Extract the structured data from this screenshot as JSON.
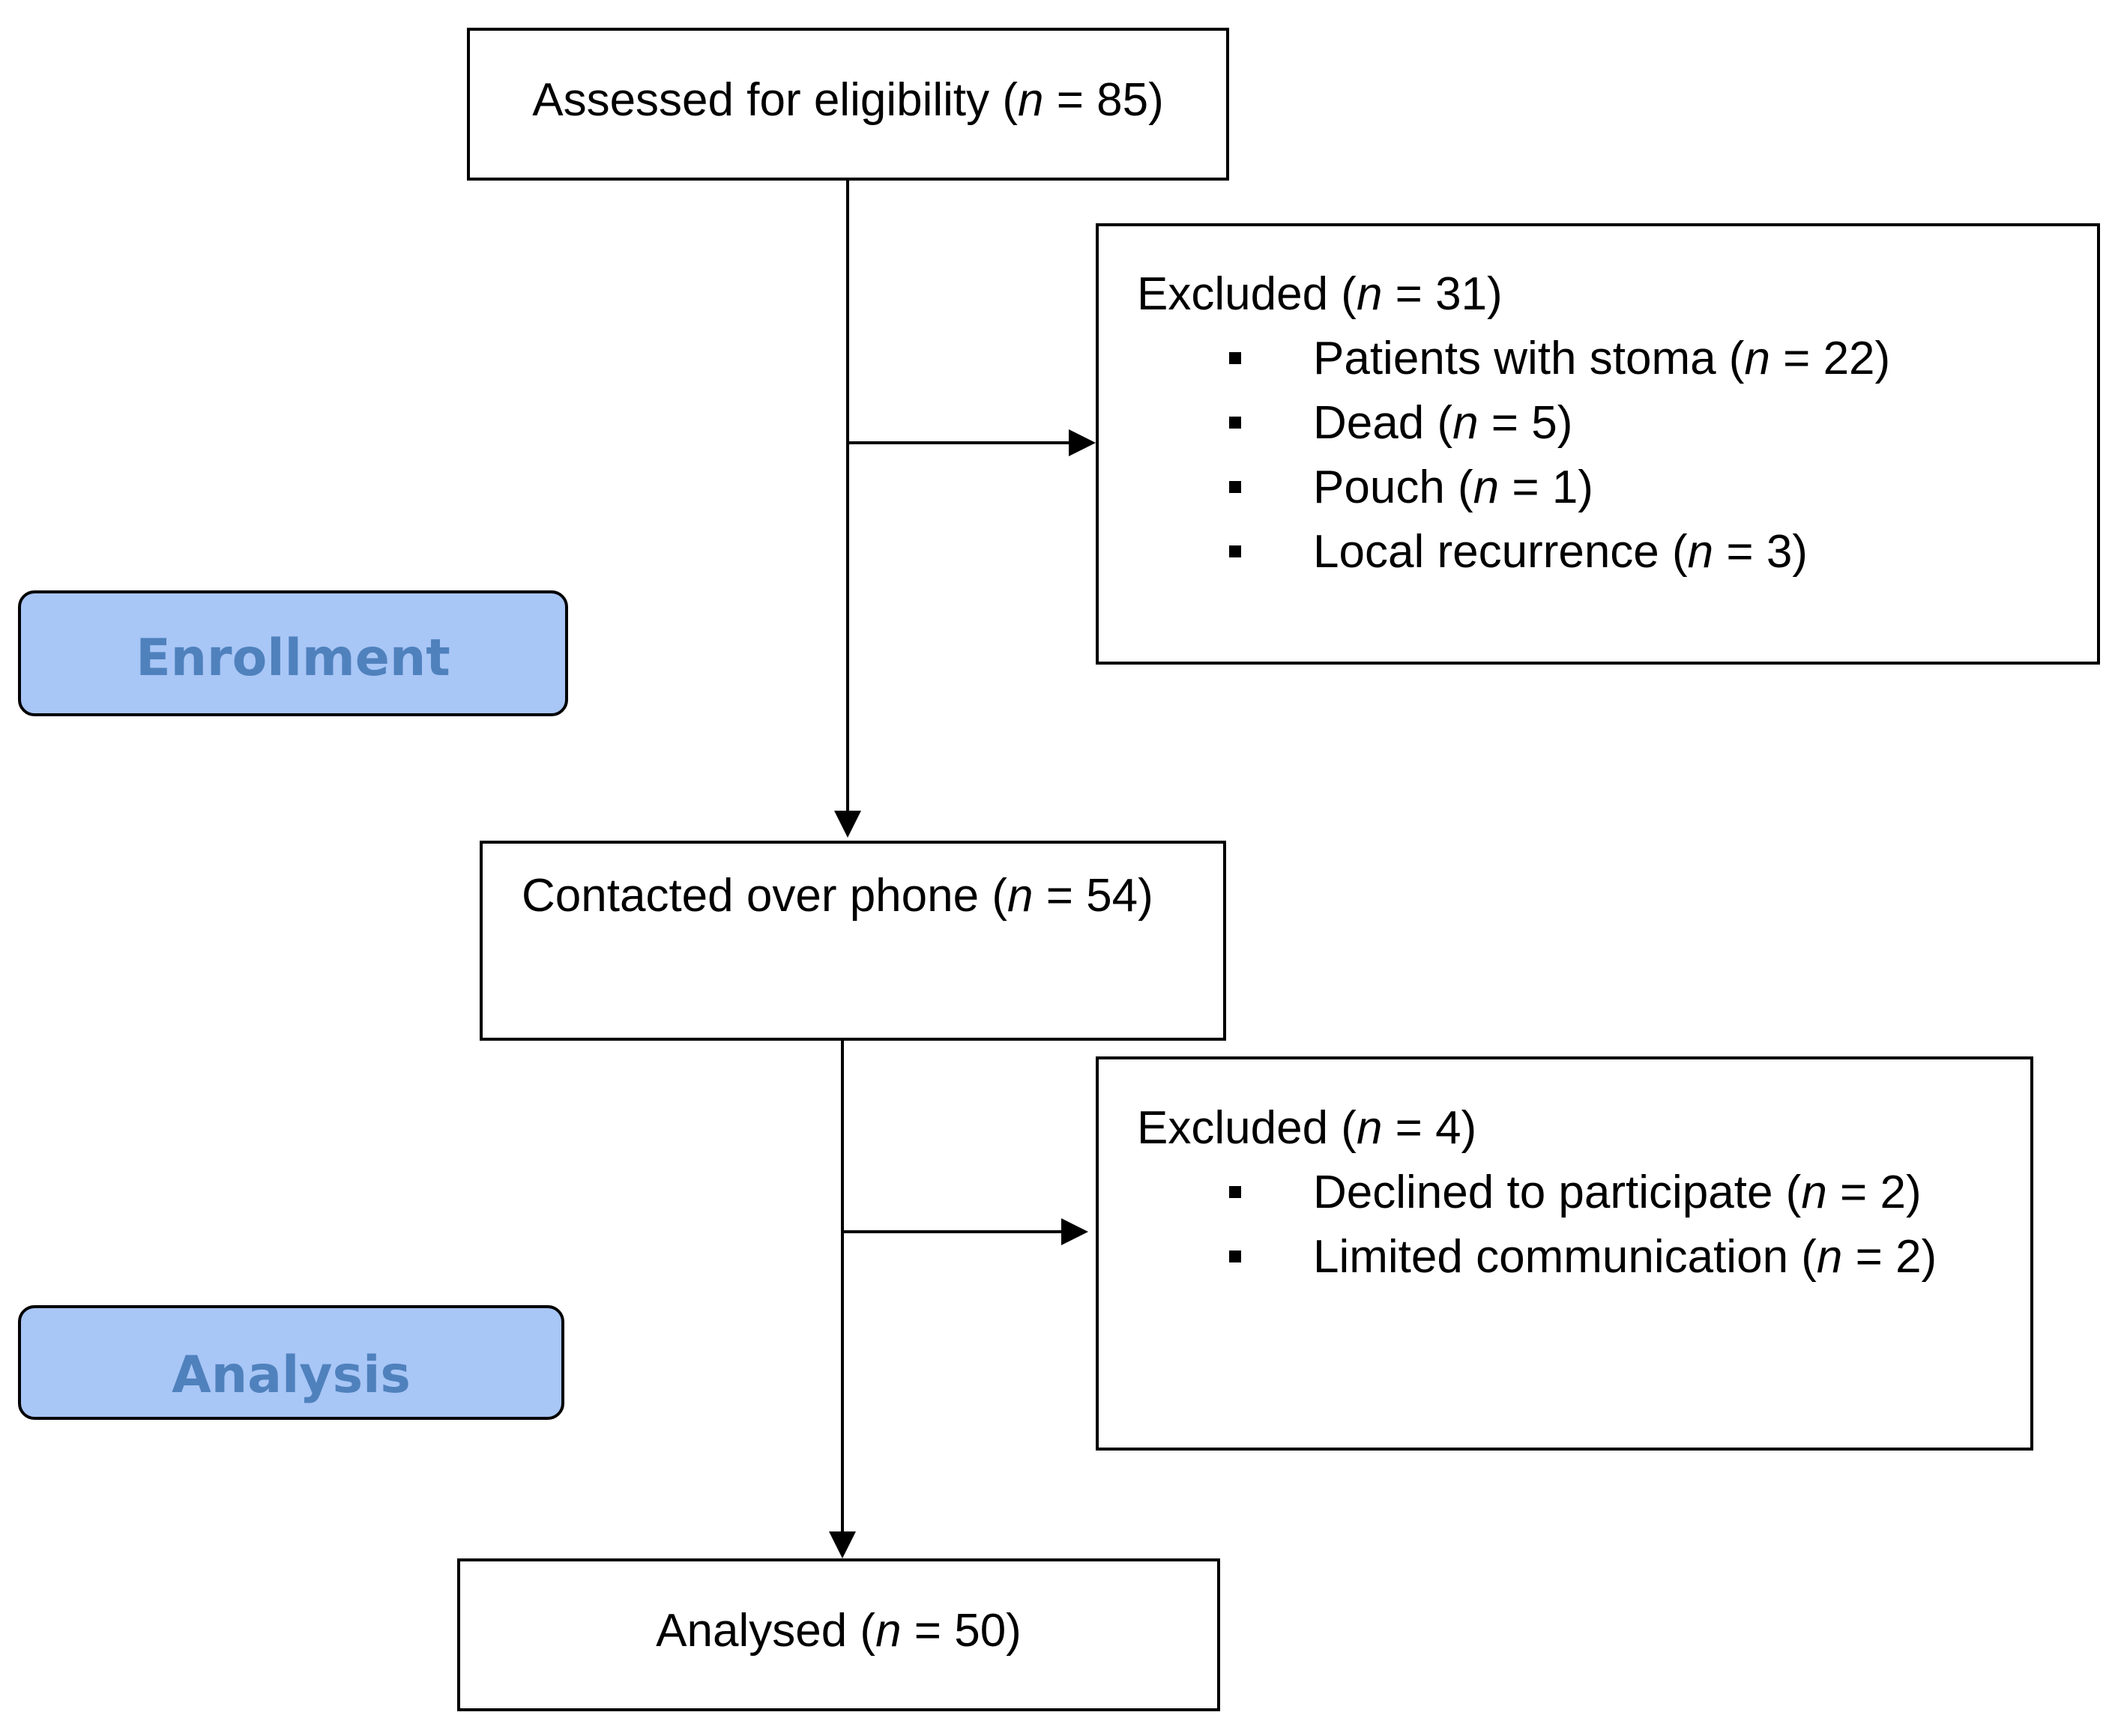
{
  "stages": {
    "enrollment": "Enrollment",
    "analysis": "Analysis"
  },
  "boxes": {
    "assessed": {
      "prefix": "Assessed for eligibility (",
      "n_label": "n",
      "suffix": " = 85)"
    },
    "contacted": {
      "prefix": "Contacted over phone (",
      "n_label": "n",
      "suffix": " = 54)"
    },
    "analysed": {
      "prefix": "Analysed (",
      "n_label": "n",
      "suffix": " = 50)"
    }
  },
  "excluded_1": {
    "heading": {
      "prefix": "Excluded (",
      "n_label": "n",
      "suffix": " = 31)"
    },
    "items": [
      {
        "prefix": "Patients with stoma (",
        "n_label": "n",
        "suffix": " = 22)"
      },
      {
        "prefix": "Dead (",
        "n_label": "n",
        "suffix": " = 5)"
      },
      {
        "prefix": "Pouch (",
        "n_label": "n",
        "suffix": " = 1)"
      },
      {
        "prefix": "Local recurrence (",
        "n_label": "n",
        "suffix": " = 3)"
      }
    ]
  },
  "excluded_2": {
    "heading": {
      "prefix": "Excluded (",
      "n_label": "n",
      "suffix": " = 4)"
    },
    "items": [
      {
        "prefix": "Declined to participate (",
        "n_label": "n",
        "suffix": " = 2)"
      },
      {
        "prefix": "Limited communication (",
        "n_label": "n",
        "suffix": " = 2)"
      }
    ]
  }
}
